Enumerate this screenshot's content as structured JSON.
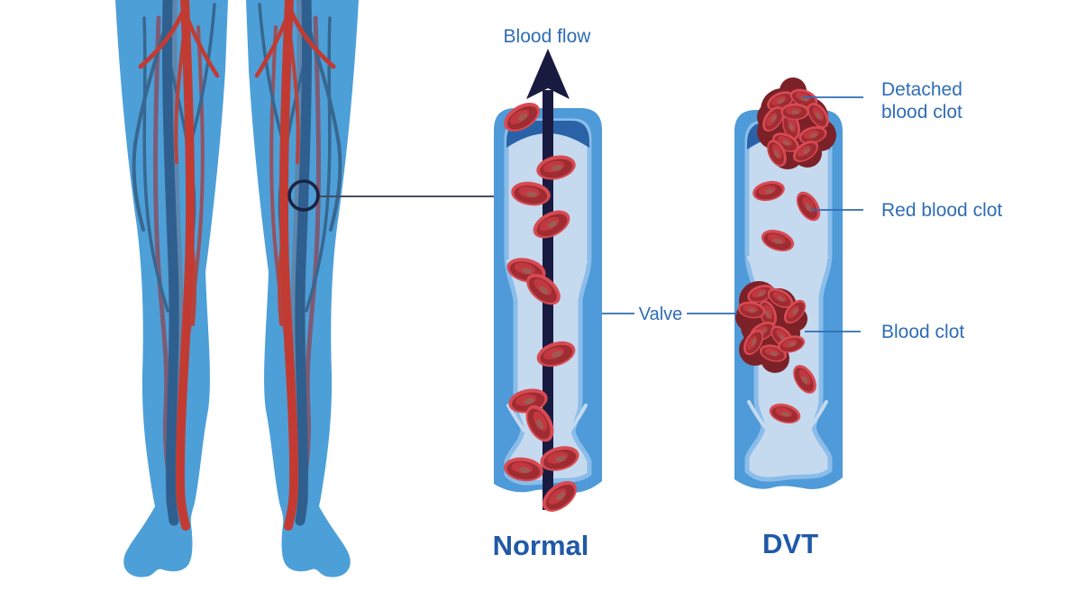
{
  "illustration": {
    "blood_flow_label": "Blood flow",
    "valve_label": "Valve",
    "detached_clot_line1": "Detached",
    "detached_clot_line2": "blood clot",
    "red_blood_clot_label": "Red blood clot",
    "blood_clot_label": "Blood clot",
    "normal_title": "Normal",
    "dvt_title": "DVT"
  },
  "colors": {
    "accent_blue": "#2f6db5",
    "title_blue": "#2059a8",
    "skin": "#4d9fd8",
    "vein_shadow": "#5e86ad",
    "vein_dark": "#2e5f8f",
    "vein_branch": "#37678f",
    "artery_red": "#c23b32",
    "artery_soft": "#b8433c",
    "mauve": "#7e5b74",
    "mauve2": "#96525e",
    "wall": "#4f9ad8",
    "wall_rim": "#2a62a8",
    "lumen": "#c5d9ef",
    "lumen_edge": "#8abdea",
    "arrow_navy": "#191a40",
    "cell_rim": "#d84a52",
    "cell_body": "#9e2c32",
    "cell_mid": "#c13840",
    "cell_dimple": "#996055",
    "clot_dark": "#7c2128",
    "magnifier_ring": "#1b2240",
    "magnifier_line": "#454e63"
  }
}
